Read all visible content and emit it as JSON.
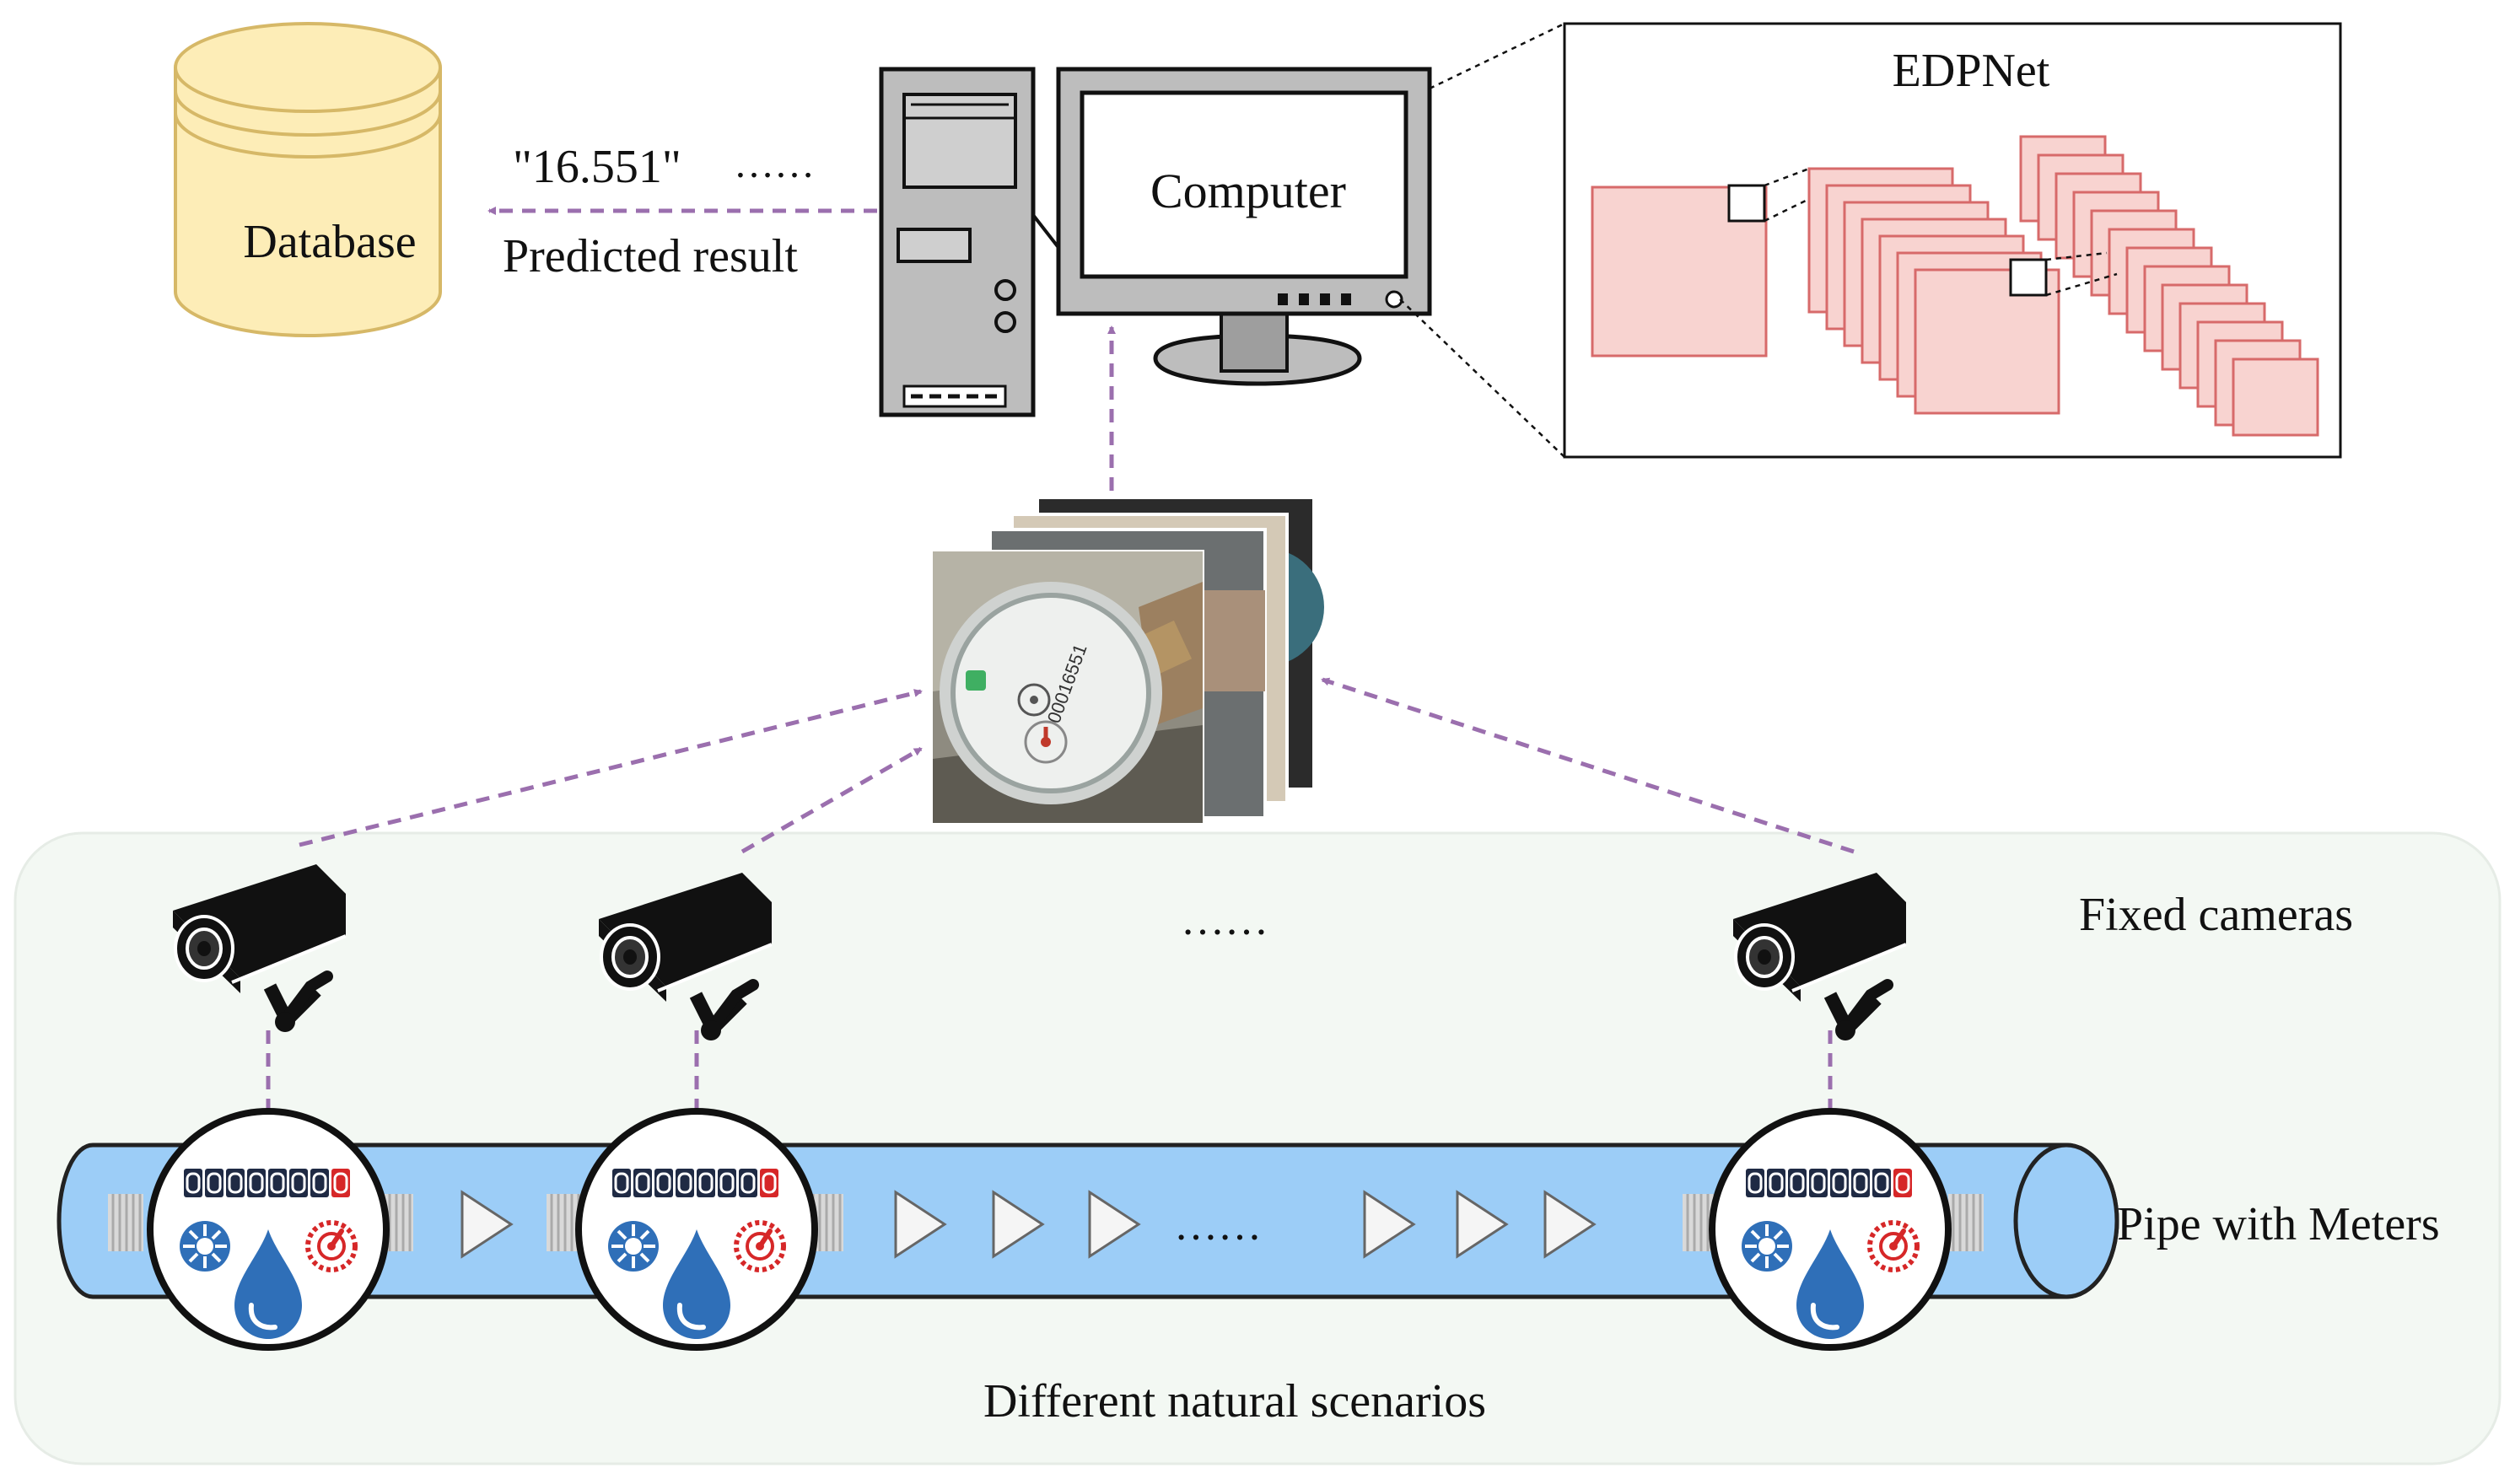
{
  "labels": {
    "database": "Database",
    "reading": "\"16.551\"",
    "reading_dots": "……",
    "predicted_result": "Predicted result",
    "computer": "Computer",
    "network_title": "EDPNet",
    "fixed_cameras": "Fixed cameras",
    "camera_ellipsis": "……",
    "pipe_ellipsis": "……",
    "pipe_with_meters": "Pipe with Meters",
    "scenarios": "Different natural scenarios"
  },
  "meter_digits": [
    "0",
    "0",
    "0",
    "0",
    "0",
    "0",
    "0",
    "0"
  ],
  "photo_digits": "00016551",
  "colors": {
    "arrow": "#9b6fae",
    "database_fill": "#fdedb7",
    "database_stroke": "#d6b867",
    "pipe_fill": "#9ccdf7",
    "pipe_stroke": "#222222",
    "layer_fill": "#f8d3d0",
    "layer_stroke": "#d76a6a",
    "scene_bg": "#f3f8f3",
    "meter_blue": "#2f6fb8",
    "meter_red": "#d62728"
  },
  "icons": [
    "database-icon",
    "computer-tower-icon",
    "monitor-icon",
    "camera-icon",
    "water-meter-icon",
    "water-drop-icon",
    "play-arrow-icon"
  ]
}
